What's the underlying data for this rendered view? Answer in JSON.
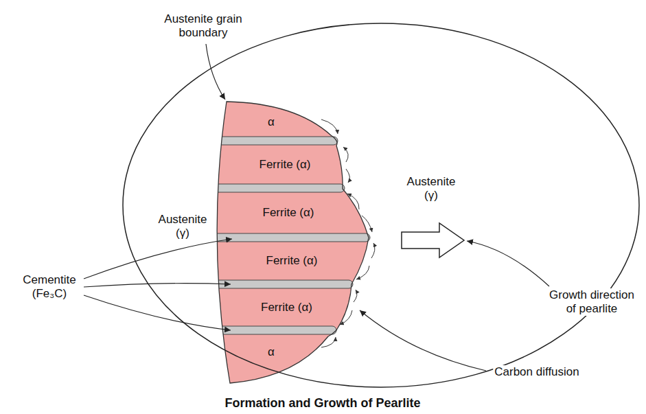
{
  "diagram": {
    "caption": "Formation and Growth of Pearlite",
    "nodes": [
      {
        "text": [
          "Austenite (γ)",
          "Austenite (γ)"
        ]
      },
      {
        "text": [
          "α"
        ],
        "in": 0
      },
      {
        "text": [
          "Ferrite (α)"
        ],
        "in": 0
      },
      {
        "text": [
          "Ferrite (α)"
        ],
        "in": 0
      },
      {
        "text": [
          "Ferrite (α)"
        ],
        "in": 0
      },
      {
        "text": [
          "Ferrite (α)"
        ],
        "in": 0
      },
      {
        "text": [
          "α"
        ],
        "in": 0
      }
    ],
    "labels": [
      "Austenite grain boundary",
      "Cementite (Fe₃C)",
      "Growth direction of pearlite",
      "Carbon diffusion"
    ]
  }
}
